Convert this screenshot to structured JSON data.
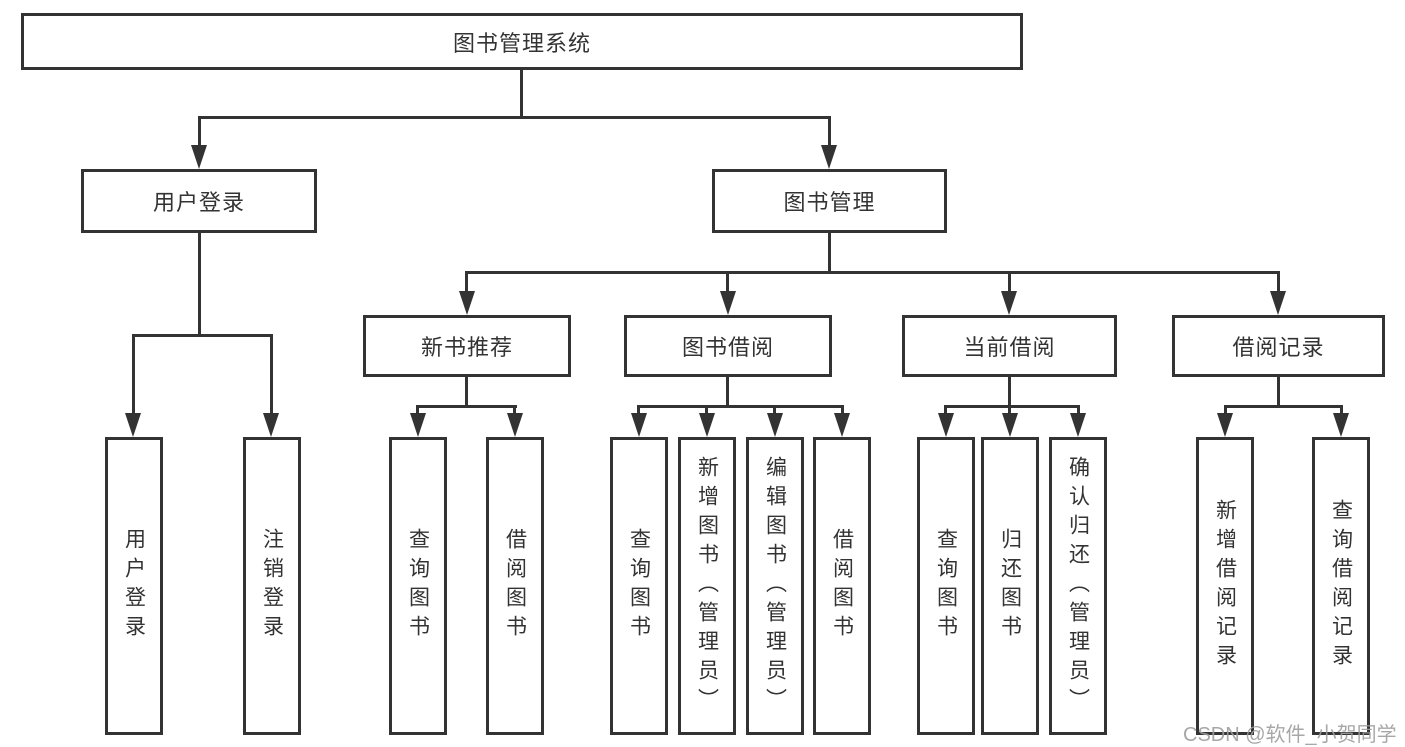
{
  "diagram": {
    "root": {
      "label": "图书管理系统"
    },
    "level2": [
      {
        "label": "用户登录"
      },
      {
        "label": "图书管理"
      }
    ],
    "level3": [
      {
        "label": "新书推荐"
      },
      {
        "label": "图书借阅"
      },
      {
        "label": "当前借阅"
      },
      {
        "label": "借阅记录"
      }
    ],
    "leaves": {
      "user_login": [
        {
          "label": "用户登录"
        },
        {
          "label": "注销登录"
        }
      ],
      "new_book": [
        {
          "label": "查询图书"
        },
        {
          "label": "借阅图书"
        }
      ],
      "book_borrow": [
        {
          "label": "查询图书"
        },
        {
          "label": "新增图书（管理员）"
        },
        {
          "label": "编辑图书（管理员）"
        },
        {
          "label": "借阅图书"
        }
      ],
      "current_borrow": [
        {
          "label": "查询图书"
        },
        {
          "label": "归还图书"
        },
        {
          "label": "确认归还（管理员）"
        }
      ],
      "borrow_records": [
        {
          "label": "新增借阅记录"
        },
        {
          "label": "查询借阅记录"
        }
      ]
    },
    "watermark": "CSDN @软件_小贺同学",
    "colors": {
      "line": "#333333",
      "text": "#333333",
      "watermark": "#9e9e9e",
      "background": "#ffffff"
    }
  }
}
